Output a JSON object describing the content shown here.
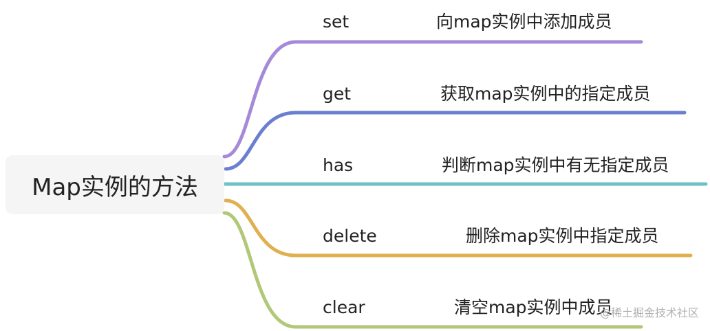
{
  "root": {
    "label": "Map实例的方法"
  },
  "branches": [
    {
      "method": "set",
      "desc": "向map实例中添加成员",
      "color": "#a68ad8"
    },
    {
      "method": "get",
      "desc": "获取map实例中的指定成员",
      "color": "#6b7fd0"
    },
    {
      "method": "has",
      "desc": "判断map实例中有无指定成员",
      "color": "#6cc2c8"
    },
    {
      "method": "delete",
      "desc": "删除map实例中指定成员",
      "color": "#e0b050"
    },
    {
      "method": "clear",
      "desc": "清空map实例中成员",
      "color": "#b0c877"
    }
  ],
  "watermark": "@稀土掘金技术社区"
}
